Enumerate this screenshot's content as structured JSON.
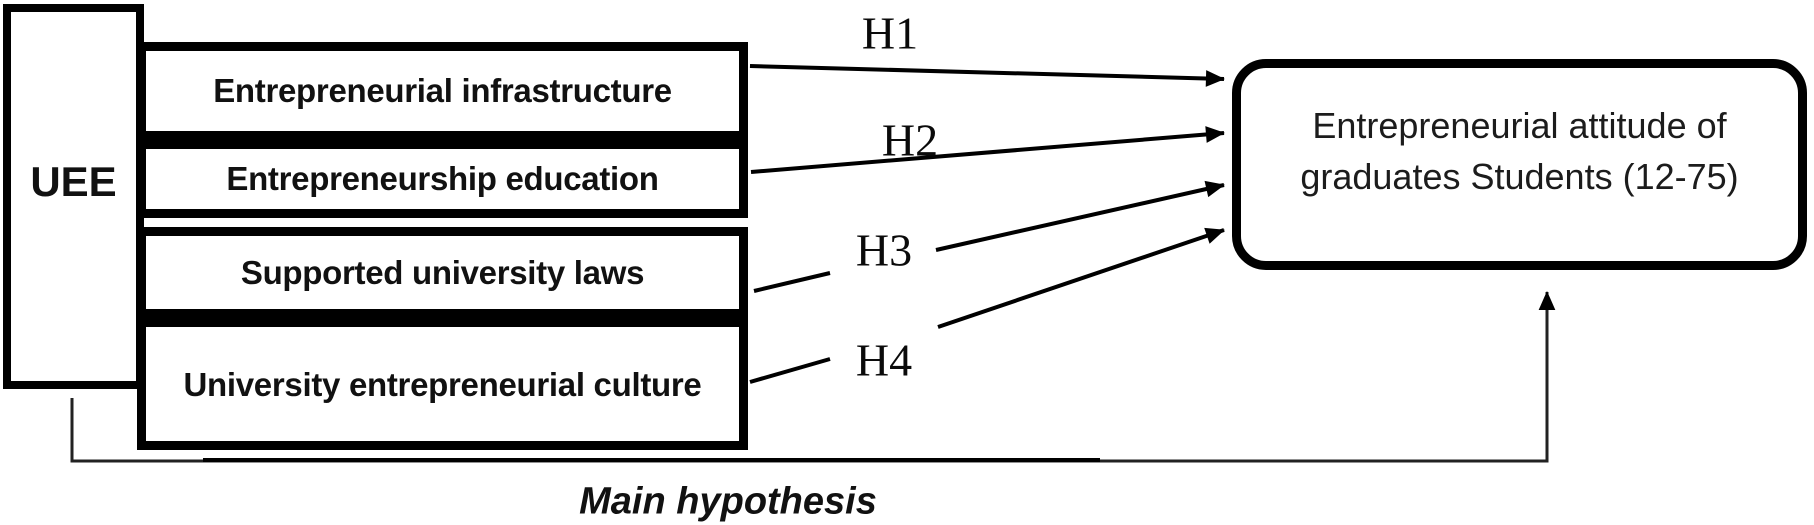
{
  "diagram": {
    "uee": {
      "label": "UEE"
    },
    "factors": [
      {
        "label": "Entrepreneurial infrastructure"
      },
      {
        "label": "Entrepreneurship education"
      },
      {
        "label": "Supported university laws"
      },
      {
        "label": "University entrepreneurial culture"
      }
    ],
    "outcome": {
      "line1": "Entrepreneurial attitude of",
      "line2": "graduates Students (12-75)"
    },
    "hypothesis_labels": [
      {
        "label": "H1"
      },
      {
        "label": "H2"
      },
      {
        "label": "H3"
      },
      {
        "label": "H4"
      }
    ],
    "main_hypothesis": {
      "label": "Main hypothesis"
    },
    "colors": {
      "stroke": "#000000",
      "text": "#111111",
      "background": "#ffffff"
    }
  }
}
